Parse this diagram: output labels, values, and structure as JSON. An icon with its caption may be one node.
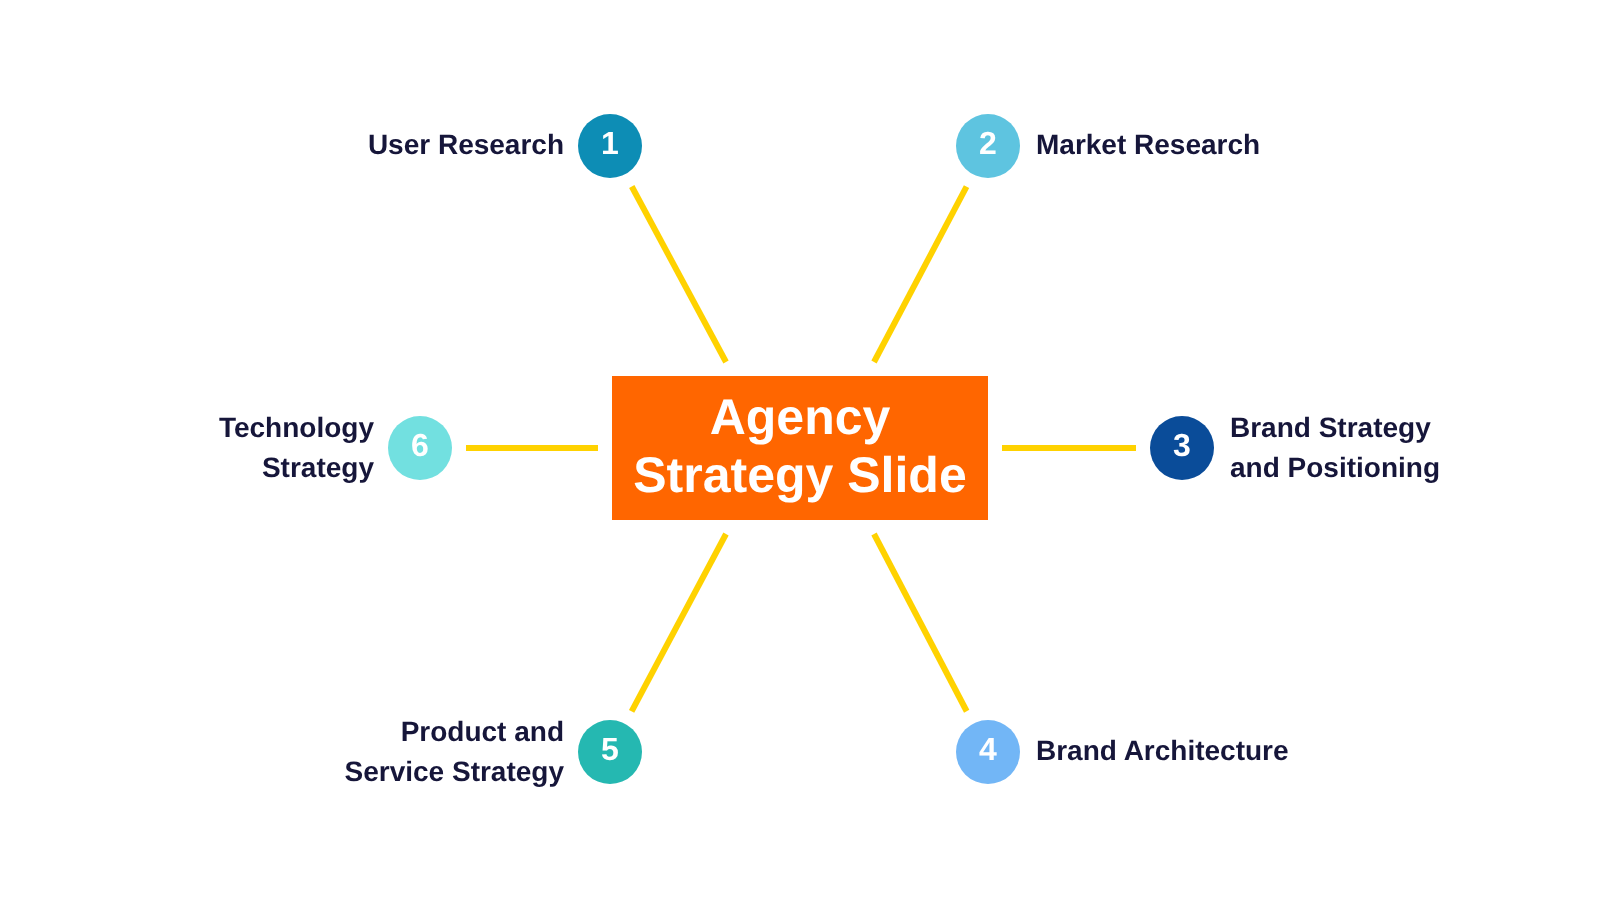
{
  "diagram": {
    "nodes": [
      {
        "text": [
          "Agency Strategy Slide"
        ]
      },
      {
        "text": [
          "1"
        ],
        "beside": [
          "User Research"
        ]
      },
      {
        "text": [
          "2"
        ],
        "beside": [
          "Market Research"
        ]
      },
      {
        "text": [
          "3"
        ],
        "beside": [
          "Brand Strategy and Positioning"
        ]
      },
      {
        "text": [
          "4"
        ],
        "beside": [
          "Brand Architecture"
        ]
      },
      {
        "text": [
          "5"
        ],
        "beside": [
          "Product and Service Strategy"
        ]
      },
      {
        "text": [
          "6"
        ],
        "beside": [
          "Technology Strategy"
        ]
      }
    ],
    "edges": [
      {
        "from": 0,
        "to": 1,
        "arrow": "none"
      },
      {
        "from": 0,
        "to": 2,
        "arrow": "none"
      },
      {
        "from": 0,
        "to": 3,
        "arrow": "none"
      },
      {
        "from": 0,
        "to": 4,
        "arrow": "none"
      },
      {
        "from": 0,
        "to": 5,
        "arrow": "none"
      },
      {
        "from": 0,
        "to": 6,
        "arrow": "none"
      }
    ]
  }
}
